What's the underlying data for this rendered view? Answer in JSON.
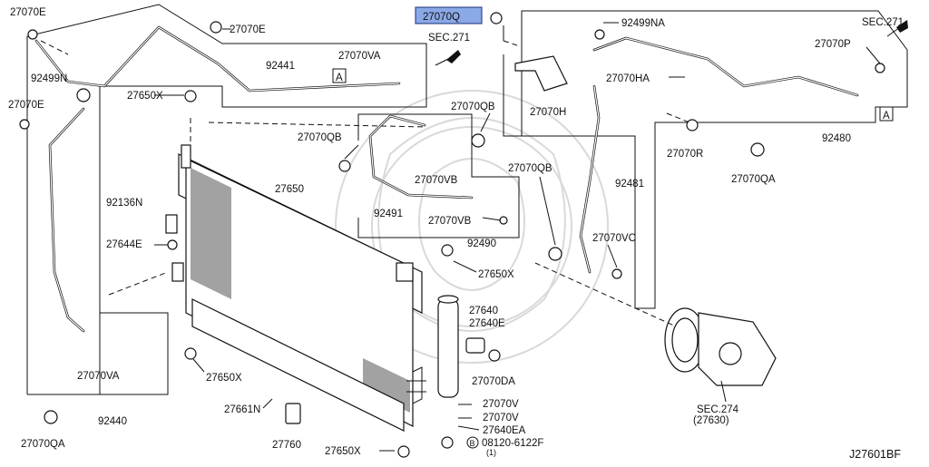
{
  "diagram_id": "J27601BF",
  "highlighted_part": "27070Q",
  "labels": {
    "l_27070E_a": "27070E",
    "l_27070E_b": "27070E",
    "l_27070E_c": "27070E",
    "l_92499N": "92499N",
    "l_27650X_a": "27650X",
    "l_92441": "92441",
    "l_27070VA_a": "27070VA",
    "l_A_a": "A",
    "l_27070Q": "27070Q",
    "l_sec271_a": "SEC.271",
    "l_92499NA": "92499NA",
    "l_sec271_b": "SEC.271",
    "l_27070P": "27070P",
    "l_27070HA": "27070HA",
    "l_27070H": "27070H",
    "l_A_b": "A",
    "l_92480": "92480",
    "l_27070R": "27070R",
    "l_27070QA_a": "27070QA",
    "l_27070QB_a": "27070QB",
    "l_27070QB_b": "27070QB",
    "l_27070QB_c": "27070QB",
    "l_27070VB_a": "27070VB",
    "l_27070VB_b": "27070VB",
    "l_92491": "92491",
    "l_92490": "92490",
    "l_27650": "27650",
    "l_92136N": "92136N",
    "l_27644E": "27644E",
    "l_27650X_b": "27650X",
    "l_92481": "92481",
    "l_27070VC": "27070VC",
    "l_27640": "27640",
    "l_27640E": "27640E",
    "l_27070DA": "27070DA",
    "l_27070VA_b": "27070VA",
    "l_27650X_c": "27650X",
    "l_92440": "92440",
    "l_27661N": "27661N",
    "l_27070V_a": "27070V",
    "l_27070V_b": "27070V",
    "l_27640EA": "27640EA",
    "l_bolt": "08120-6122F",
    "l_bolt_qty": "(1)",
    "l_bolt_b": "B",
    "l_27760": "27760",
    "l_27650X_d": "27650X",
    "l_27070QA_b": "27070QA",
    "l_sec274": "SEC.274",
    "l_27630": "(27630)"
  },
  "colors": {
    "highlight_fill": "#8aa9e6",
    "highlight_border": "#1a2f7a",
    "line": "#111111",
    "watermark": "#d9d9d9"
  }
}
